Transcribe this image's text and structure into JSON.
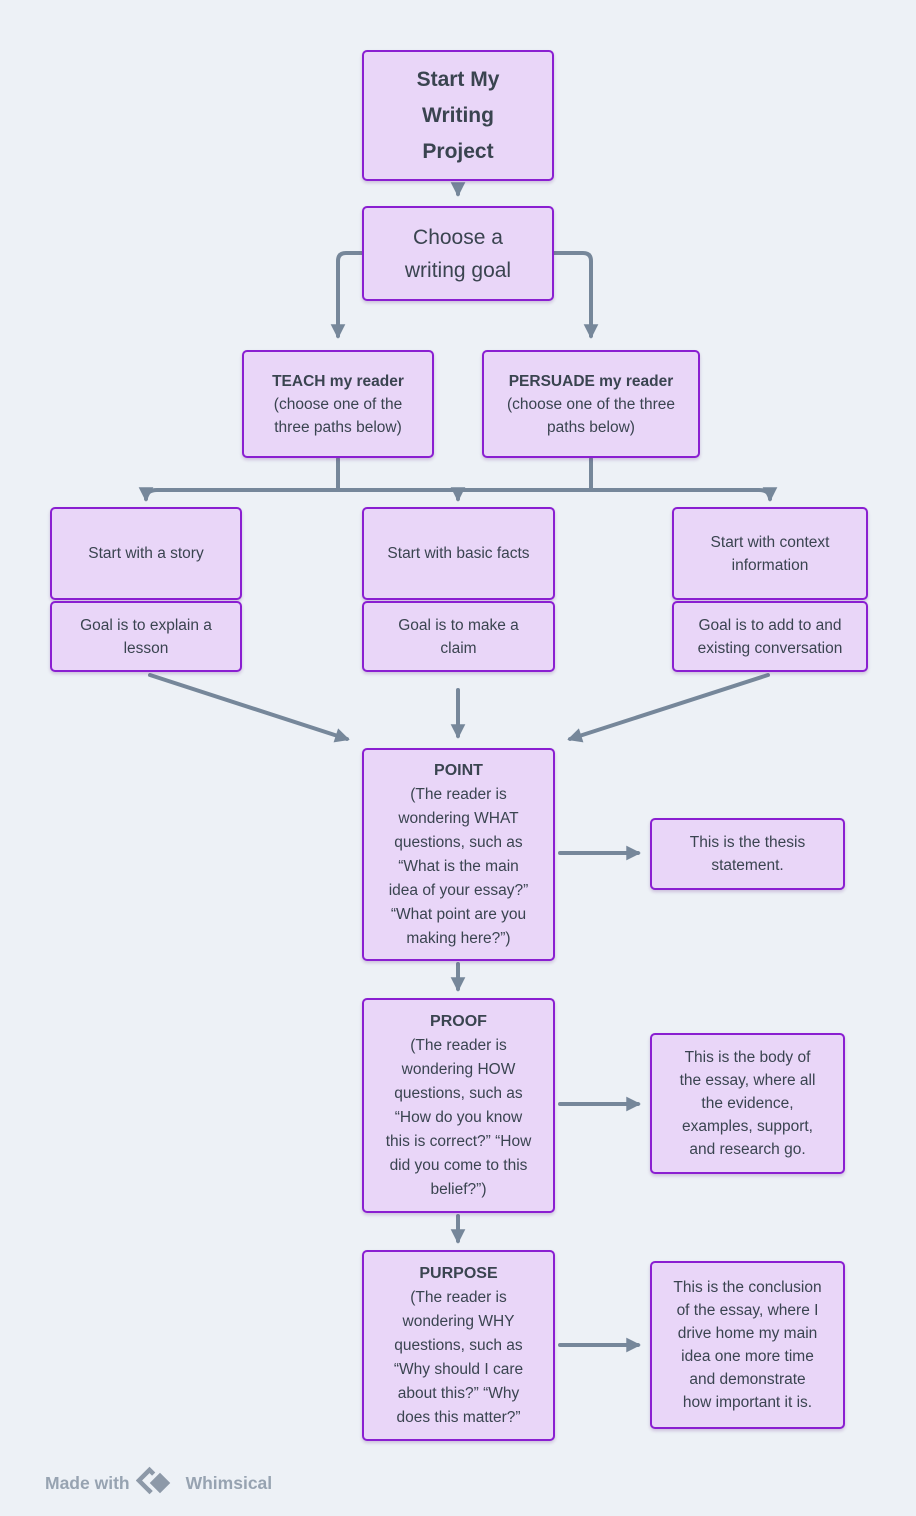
{
  "theme": {
    "background": "#edf1f6",
    "node_fill": "#e9d6f8",
    "node_border": "#8a1fd1",
    "text_color": "#3a4450",
    "arrow_color": "#76879a",
    "footer_color": "#97a3b1"
  },
  "diagram": {
    "nodes": {
      "start": {
        "label": "Start My\nWriting\nProject"
      },
      "choose": {
        "label": "Choose a\nwriting goal"
      },
      "teach": {
        "heading": "TEACH my reader",
        "label": "(choose one of the\nthree paths below)"
      },
      "persuade": {
        "heading": "PERSUADE my reader",
        "label": "(choose one of the three\npaths below)"
      },
      "story": {
        "label": "Start with a story"
      },
      "lesson": {
        "label": "Goal is to explain a\nlesson"
      },
      "facts": {
        "label": "Start with basic facts"
      },
      "claim": {
        "label": "Goal is to make a\nclaim"
      },
      "context": {
        "label": "Start with context\ninformation"
      },
      "addto": {
        "label": "Goal is to add to and\nexisting conversation"
      },
      "point": {
        "heading": "POINT",
        "label": "(The reader is\nwondering WHAT\nquestions, such as\n“What is the main\nidea of your essay?”\n“What point are you\nmaking here?”)"
      },
      "thesis": {
        "label": "This is the thesis\nstatement."
      },
      "proof": {
        "heading": "PROOF",
        "label": "(The reader is\nwondering HOW\nquestions, such as\n“How do you know\nthis is correct?” “How\ndid you come to this\nbelief?”)"
      },
      "body": {
        "label": "This is the body of\nthe essay, where all\nthe evidence,\nexamples, support,\nand research go."
      },
      "purpose": {
        "heading": "PURPOSE",
        "label": "(The reader is\nwondering WHY\nquestions, such as\n“Why should I care\nabout this?”  “Why\ndoes this matter?”"
      },
      "conclusion": {
        "label": "This is the conclusion\nof the essay, where I\ndrive home my main\nidea one more time\nand demonstrate\nhow important it is."
      }
    },
    "edges": [
      {
        "from": "start",
        "to": "choose"
      },
      {
        "from": "choose",
        "to": "teach"
      },
      {
        "from": "choose",
        "to": "persuade"
      },
      {
        "from": "teach",
        "to": "story"
      },
      {
        "from": "teach",
        "to": "facts"
      },
      {
        "from": "persuade",
        "to": "facts"
      },
      {
        "from": "persuade",
        "to": "context"
      },
      {
        "from": "lesson",
        "to": "point"
      },
      {
        "from": "claim",
        "to": "point"
      },
      {
        "from": "addto",
        "to": "point"
      },
      {
        "from": "point",
        "to": "thesis"
      },
      {
        "from": "point",
        "to": "proof"
      },
      {
        "from": "proof",
        "to": "body"
      },
      {
        "from": "proof",
        "to": "purpose"
      },
      {
        "from": "purpose",
        "to": "conclusion"
      }
    ]
  },
  "footer": {
    "made_with": "Made with",
    "brand": "Whimsical"
  }
}
